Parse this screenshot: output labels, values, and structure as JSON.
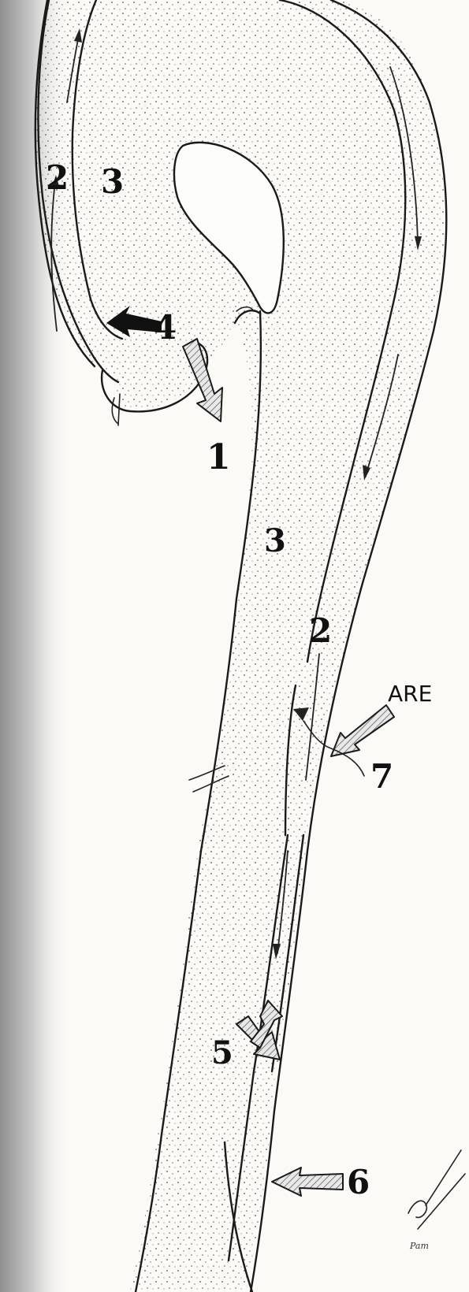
{
  "labels": {
    "l1": "1",
    "l2a": "2",
    "l2b": "2",
    "l3a": "3",
    "l3b": "3",
    "l4": "4",
    "l5": "5",
    "l6": "6",
    "l7": "7",
    "are": "ARE"
  },
  "signature": "Pam",
  "colors": {
    "ink": "#1a1a1a",
    "paper": "#fbfaf7",
    "binding_shadow": "#9a9a9a"
  }
}
